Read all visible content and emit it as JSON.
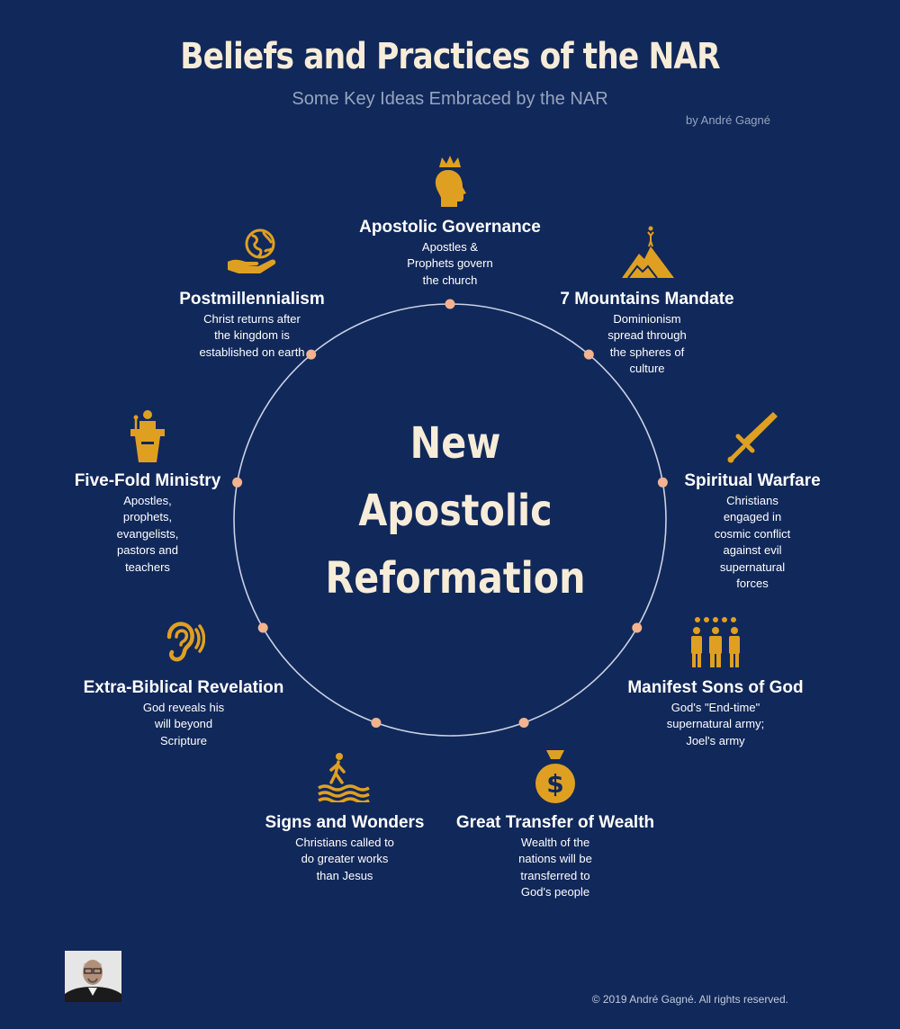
{
  "header": {
    "title": "Beliefs and Practices of the NAR",
    "subtitle": "Some Key Ideas Embraced by the NAR",
    "byline": "by André Gagné"
  },
  "center": {
    "line1": "New",
    "line2": "Apostolic",
    "line3": "Reformation"
  },
  "nodes": [
    {
      "label": "Apostolic Governance",
      "desc": "Apostles & Prophets govern the church",
      "icon": "crowned-head-icon"
    },
    {
      "label": "7 Mountains Mandate",
      "desc": "Dominionism spread through the spheres of culture",
      "icon": "mountain-icon"
    },
    {
      "label": "Spiritual Warfare",
      "desc": "Christians engaged in cosmic conflict against evil supernatural forces",
      "icon": "sword-icon"
    },
    {
      "label": "Manifest Sons of God",
      "desc": "God's \"End-time\" supernatural army; Joel's army",
      "icon": "army-icon"
    },
    {
      "label": "Great Transfer of Wealth",
      "desc": "Wealth of the nations will be transferred to God's people",
      "icon": "money-bag-icon"
    },
    {
      "label": "Signs and Wonders",
      "desc": "Christians called to do greater works than Jesus",
      "icon": "walking-on-water-icon"
    },
    {
      "label": "Extra-Biblical Revelation",
      "desc": "God reveals his will beyond Scripture",
      "icon": "ear-icon"
    },
    {
      "label": "Five-Fold Ministry",
      "desc": "Apostles, prophets, evangelists, pastors and teachers",
      "icon": "preacher-podium-icon"
    },
    {
      "label": "Postmillennialism",
      "desc": "Christ returns after the kingdom is established on earth",
      "icon": "globe-in-hand-icon"
    }
  ],
  "colors": {
    "background": "#11285a",
    "icon": "#dfa022",
    "dot": "#f4b38e",
    "ring": "#c9d1e3",
    "accent_text": "#f6ecd8"
  },
  "footer": {
    "copyright": "© 2019 André Gagné. All rights reserved."
  }
}
